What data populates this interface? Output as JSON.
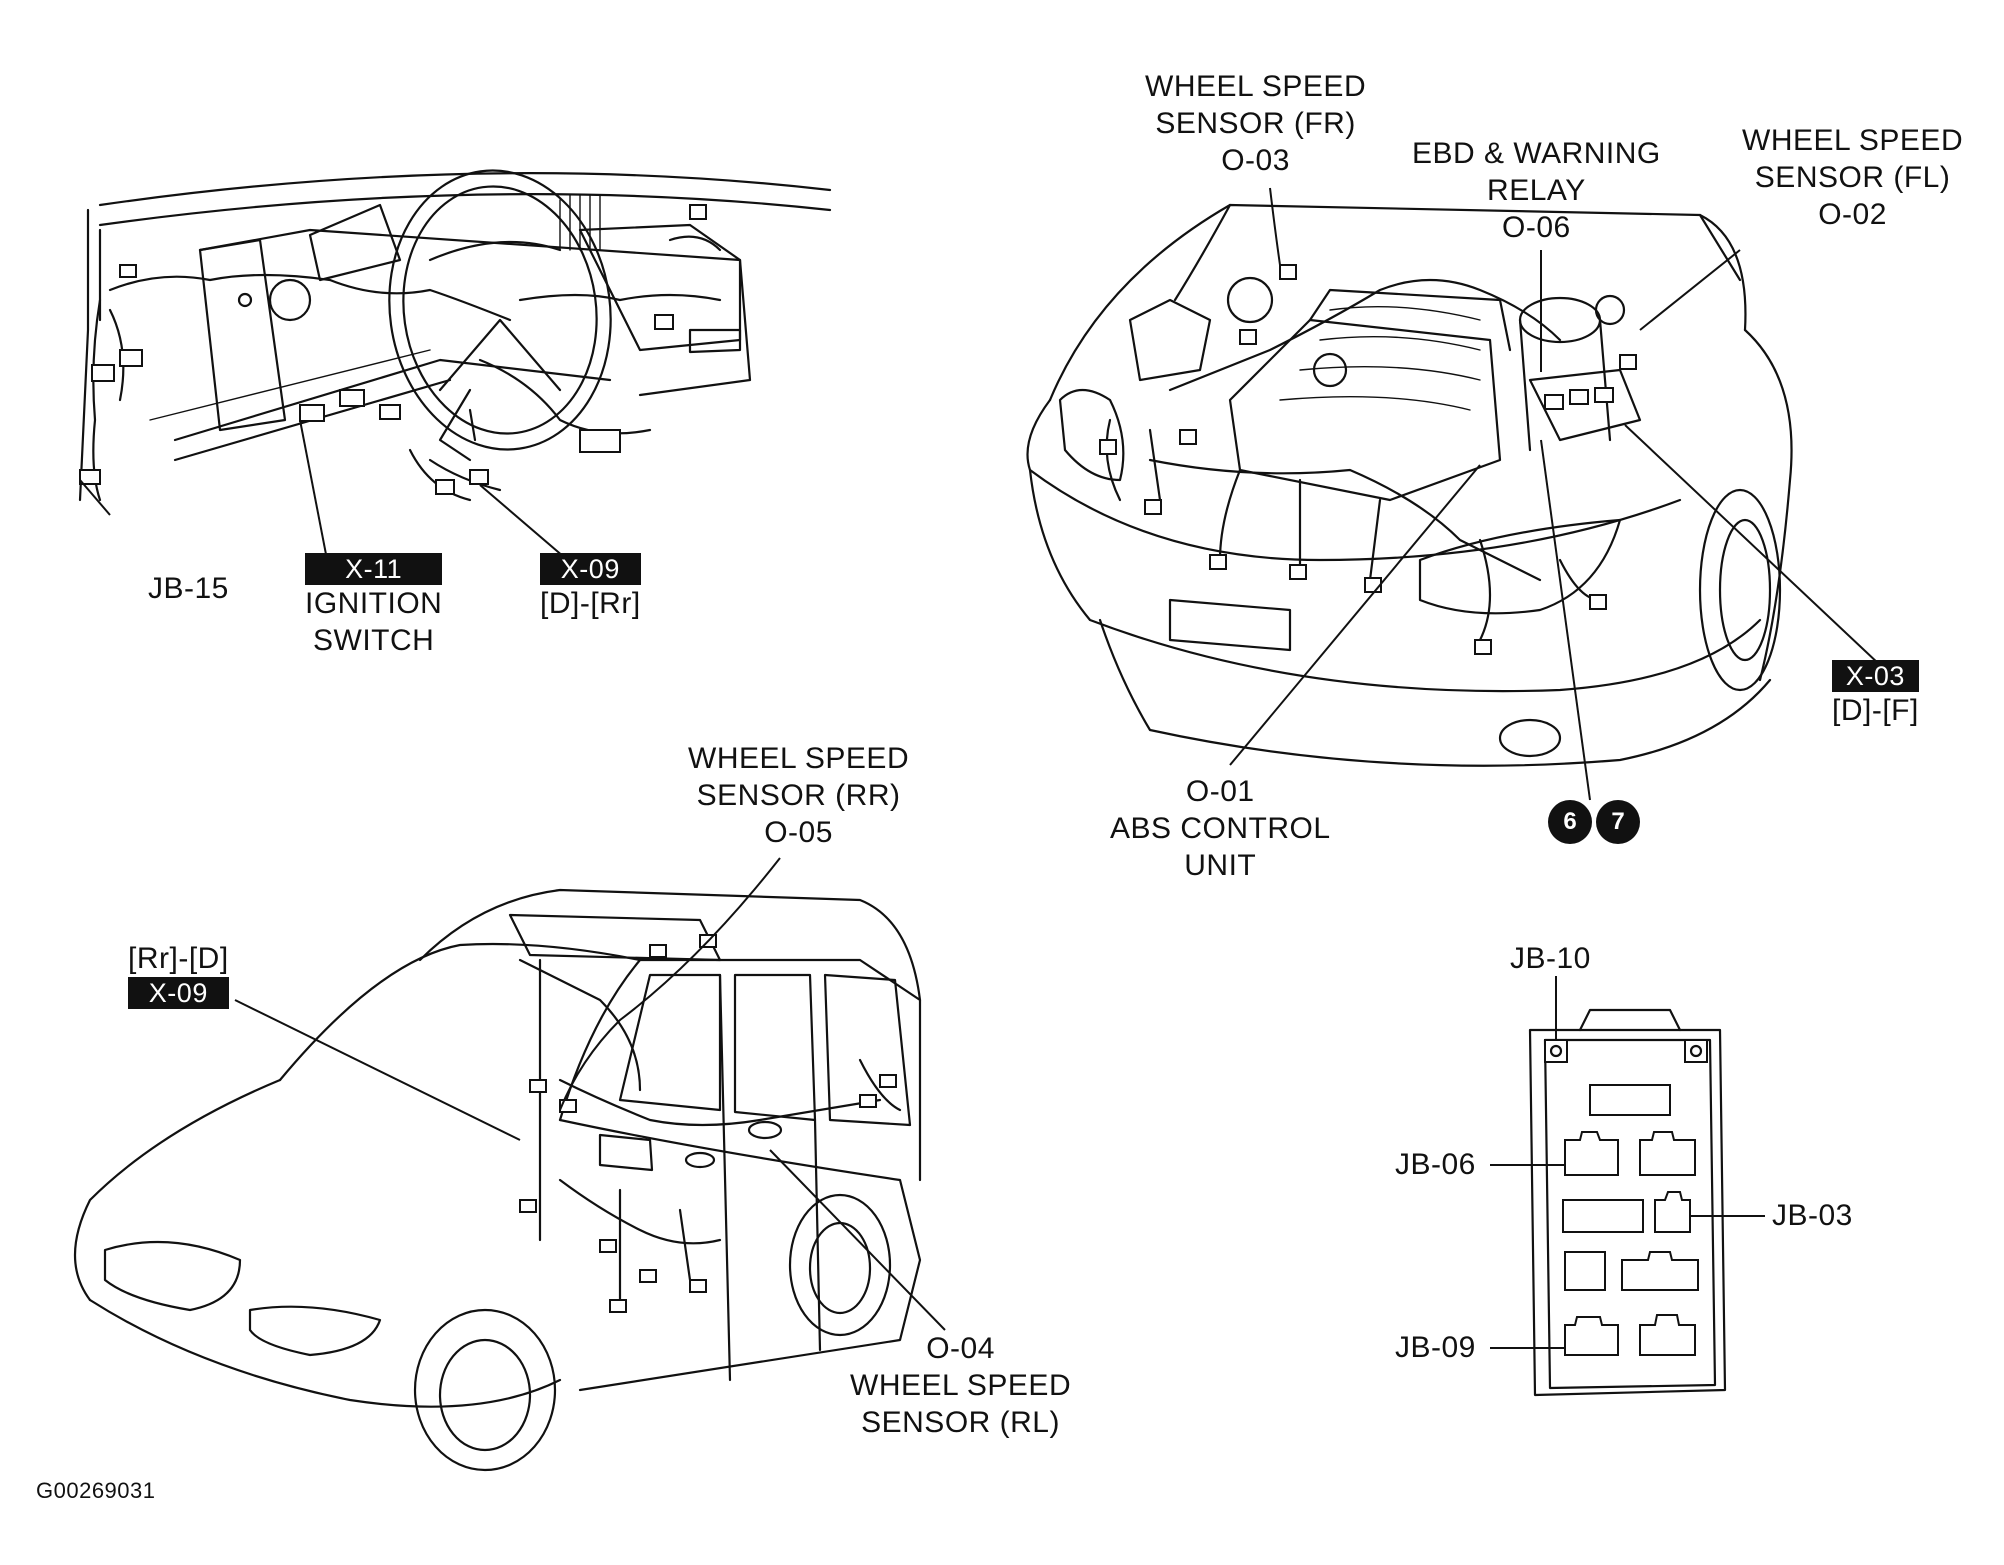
{
  "dash": {
    "jb15": "JB-15",
    "x11_tag": "X-11",
    "ignition_l1": "IGNITION",
    "ignition_l2": "SWITCH",
    "x09_tag": "X-09",
    "x09_sub": "[D]-[Rr]"
  },
  "engine": {
    "fr_l1": "WHEEL SPEED",
    "fr_l2": "SENSOR (FR)",
    "fr_l3": "O-03",
    "ebd_l1": "EBD & WARNING",
    "ebd_l2": "RELAY",
    "ebd_l3": "O-06",
    "fl_l1": "WHEEL SPEED",
    "fl_l2": "SENSOR (FL)",
    "fl_l3": "O-02",
    "x03_tag": "X-03",
    "x03_sub": "[D]-[F]",
    "abs_l1": "O-01",
    "abs_l2": "ABS CONTROL",
    "abs_l3": "UNIT",
    "dot6": "6",
    "dot7": "7"
  },
  "van": {
    "rr_l1": "WHEEL SPEED",
    "rr_l2": "SENSOR (RR)",
    "rr_l3": "O-05",
    "x09_sub": "[Rr]-[D]",
    "x09_tag": "X-09",
    "rl_l1": "O-04",
    "rl_l2": "WHEEL SPEED",
    "rl_l3": "SENSOR (RL)"
  },
  "junction_box": {
    "jb10": "JB-10",
    "jb06": "JB-06",
    "jb03": "JB-03",
    "jb09": "JB-09"
  },
  "figure_id": "G00269031"
}
